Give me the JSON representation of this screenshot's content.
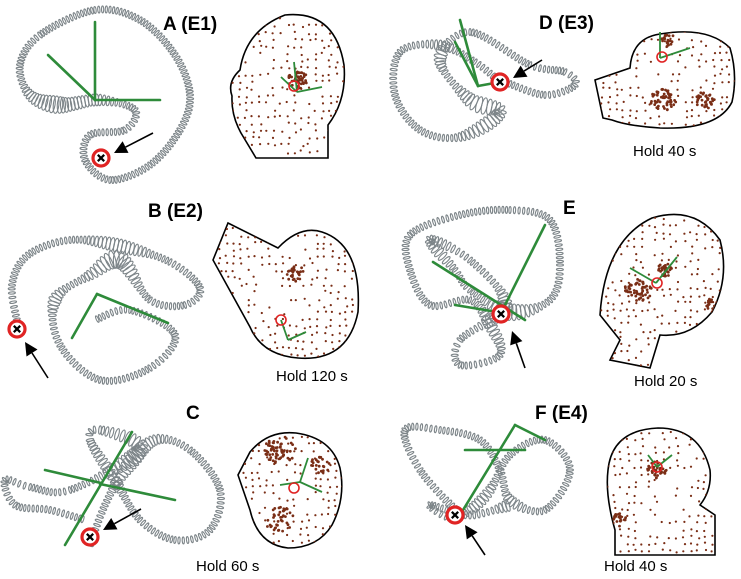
{
  "panels": [
    {
      "id": "A",
      "title": "A (E1)",
      "hold": ""
    },
    {
      "id": "B",
      "title": "B (E2)",
      "hold": "Hold 120 s"
    },
    {
      "id": "C",
      "title": "C",
      "hold": "Hold 60 s"
    },
    {
      "id": "D",
      "title": "D (E3)",
      "hold": "Hold 40 s"
    },
    {
      "id": "E",
      "title": "E",
      "hold": "Hold 20 s"
    },
    {
      "id": "F",
      "title": "F (E4)",
      "hold": "Hold 40 s"
    }
  ],
  "colors": {
    "coil": "#7d8589",
    "axis": "#2e8b3a",
    "dot": "#7a2e16",
    "marker": "#e02424",
    "arrow": "#000000",
    "outline": "#000000"
  }
}
